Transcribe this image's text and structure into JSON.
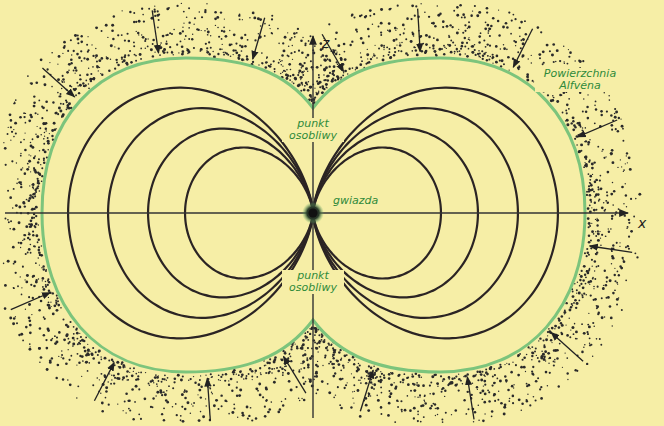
{
  "diagram": {
    "labels": [
      "z",
      "Powierzchnia Alfvéna",
      "punkt osobliwy",
      "gwiazda",
      "x",
      "punkt osobliwy"
    ]
  }
}
